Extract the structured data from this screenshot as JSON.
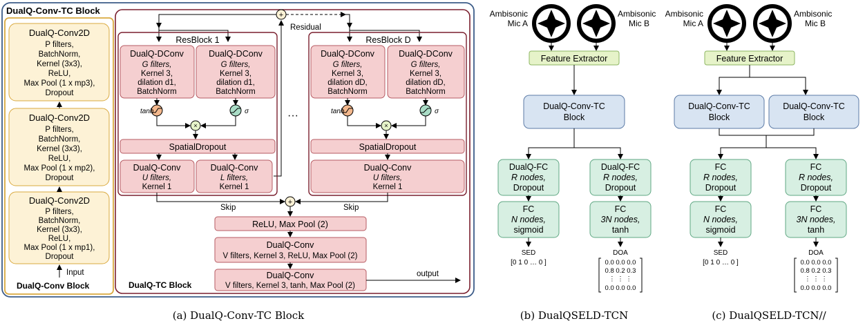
{
  "outer_block_title": "DualQ-Conv-TC Block",
  "conv_block": {
    "title": "DualQ-Conv Block",
    "input_label": "Input",
    "cells": [
      {
        "title": "DualQ-Conv2D",
        "l1": "P filters,",
        "l2": "BatchNorm,",
        "l3": "Kernel (3x3),",
        "l4": "ReLU,",
        "l5": "Max Pool (1 x mp3),",
        "l6": "Dropout"
      },
      {
        "title": "DualQ-Conv2D",
        "l1": "P filters,",
        "l2": "BatchNorm,",
        "l3": "Kernel (3x3),",
        "l4": "ReLU,",
        "l5": "Max Pool (1 x mp2),",
        "l6": "Dropout"
      },
      {
        "title": "DualQ-Conv2D",
        "l1": "P filters,",
        "l2": "BatchNorm,",
        "l3": "Kernel (3x3),",
        "l4": "ReLU,",
        "l5": "Max Pool (1 x mp1),",
        "l6": "Dropout"
      }
    ]
  },
  "tc_block": {
    "title": "DualQ-TC Block",
    "residual": "Residual",
    "skip_left": "Skip",
    "skip_right": "Skip",
    "ellipsis": "···",
    "output": "output",
    "res1": {
      "title": "ResBlock 1",
      "dconv_a": {
        "title": "DualQ-DConv",
        "l1": "G filters,",
        "l2": "Kernel 3,",
        "l3": "dilation d1,",
        "l4": "BatchNorm"
      },
      "dconv_b": {
        "title": "DualQ-DConv",
        "l1": "G filters,",
        "l2": "Kernel 3,",
        "l3": "dilation d1,",
        "l4": "BatchNorm"
      },
      "tanh": "tanh",
      "sigma": "σ",
      "dropout": "SpatialDropout",
      "conv_u": {
        "title": "DualQ-Conv",
        "l1": "U filters,",
        "l2": "Kernel 1"
      },
      "conv_l": {
        "title": "DualQ-Conv",
        "l1": "L filters,",
        "l2": "Kernel 1"
      }
    },
    "resD": {
      "title": "ResBlock D",
      "dconv_a": {
        "title": "DualQ-DConv",
        "l1": "G filters,",
        "l2": "Kernel 3,",
        "l3": "dilation dD,",
        "l4": "BatchNorm"
      },
      "dconv_b": {
        "title": "DualQ-DConv",
        "l1": "G filters,",
        "l2": "Kernel 3,",
        "l3": "dilation dD,",
        "l4": "BatchNorm"
      },
      "tanh": "tanh",
      "sigma": "σ",
      "dropout": "SpatialDropout",
      "conv_u": {
        "title": "DualQ-Conv",
        "l1": "U filters,",
        "l2": "Kernel 1"
      }
    },
    "relu_pool": "ReLU, Max Pool (2)",
    "conv_v1": {
      "title": "DualQ-Conv",
      "l1": "V filters, Kernel 3, ReLU, Max Pool (2)"
    },
    "conv_v2": {
      "title": "DualQ-Conv",
      "l1": "V filters, Kernel 3, tanh, Max Pool (2)"
    }
  },
  "panel_b": {
    "mic_a": [
      "Ambisonic",
      "Mic A"
    ],
    "mic_b": [
      "Ambisonic",
      "Mic B"
    ],
    "feature": "Feature Extractor",
    "tc": [
      "DualQ-Conv-TC",
      "Block"
    ],
    "fc1_left": [
      "DualQ-FC",
      "R nodes,",
      "Dropout"
    ],
    "fc1_right": [
      "DualQ-FC",
      "R nodes,",
      "Dropout"
    ],
    "fc2_left": [
      "FC",
      "N nodes,",
      "sigmoid"
    ],
    "fc2_right": [
      "FC",
      "3N nodes,",
      "tanh"
    ],
    "sed": "SED",
    "sed_vec": "[0  1  0  …  0 ]",
    "doa": "DOA",
    "doa_rows": [
      "0.0   0.0   0.0",
      "0.8   0.2   0.3",
      "⋮       ⋮       ⋮",
      "0.0   0.0   0.0"
    ]
  },
  "panel_c": {
    "mic_a": [
      "Ambisonic",
      "Mic A"
    ],
    "mic_b": [
      "Ambisonic",
      "Mic B"
    ],
    "feature": "Feature Extractor",
    "tc_left": [
      "DualQ-Conv-TC",
      "Block"
    ],
    "tc_right": [
      "DualQ-Conv-TC",
      "Block"
    ],
    "fc1_left": [
      "FC",
      "R nodes,",
      "Dropout"
    ],
    "fc1_right": [
      "FC",
      "R nodes,",
      "Dropout"
    ],
    "fc2_left": [
      "FC",
      "N nodes,",
      "sigmoid"
    ],
    "fc2_right": [
      "FC",
      "3N nodes,",
      "tanh"
    ],
    "sed": "SED",
    "sed_vec": "[0  1  0  …  0 ]",
    "doa": "DOA",
    "doa_rows": [
      "0.0   0.0   0.0",
      "0.8   0.2   0.3",
      "⋮       ⋮       ⋮",
      "0.0   0.0   0.0"
    ]
  },
  "captions": {
    "a": "(a)  DualQ-Conv-TC Block",
    "b": "(b)  DualQSELD-TCN",
    "c": "(c)  DualQSELD-TCN//"
  },
  "colors": {
    "yellow": "#fdf2d6",
    "red": "#f5cfd0",
    "blue": "#d8e4f2",
    "green": "#d7efe2",
    "lime": "#e6f3c9",
    "frame_blue": "#3b5b88",
    "frame_maroon": "#7a1f2e",
    "frame_gold": "#d9a93f"
  }
}
